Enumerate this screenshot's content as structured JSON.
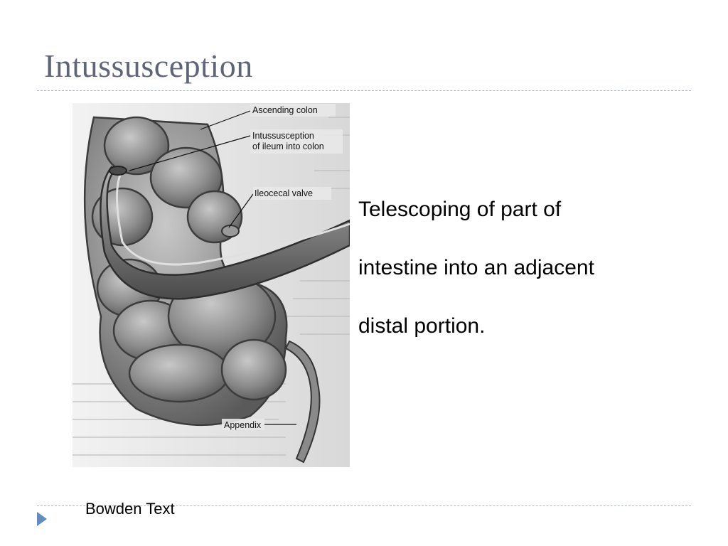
{
  "slide": {
    "title": "Intussusception",
    "body_lines": [
      "Telescoping of part of",
      "intestine into an adjacent",
      "distal portion."
    ],
    "footer": "Bowden Text"
  },
  "figure": {
    "labels": {
      "ascending_colon": "Ascending colon",
      "intussusception_1": "Intussusception",
      "intussusception_2": "of ileum into colon",
      "ileocecal_valve": "Ileocecal valve",
      "appendix": "Appendix"
    }
  },
  "colors": {
    "title": "#5f6476",
    "rule": "#a8b8c8",
    "bullet": "#5f8fc0"
  }
}
